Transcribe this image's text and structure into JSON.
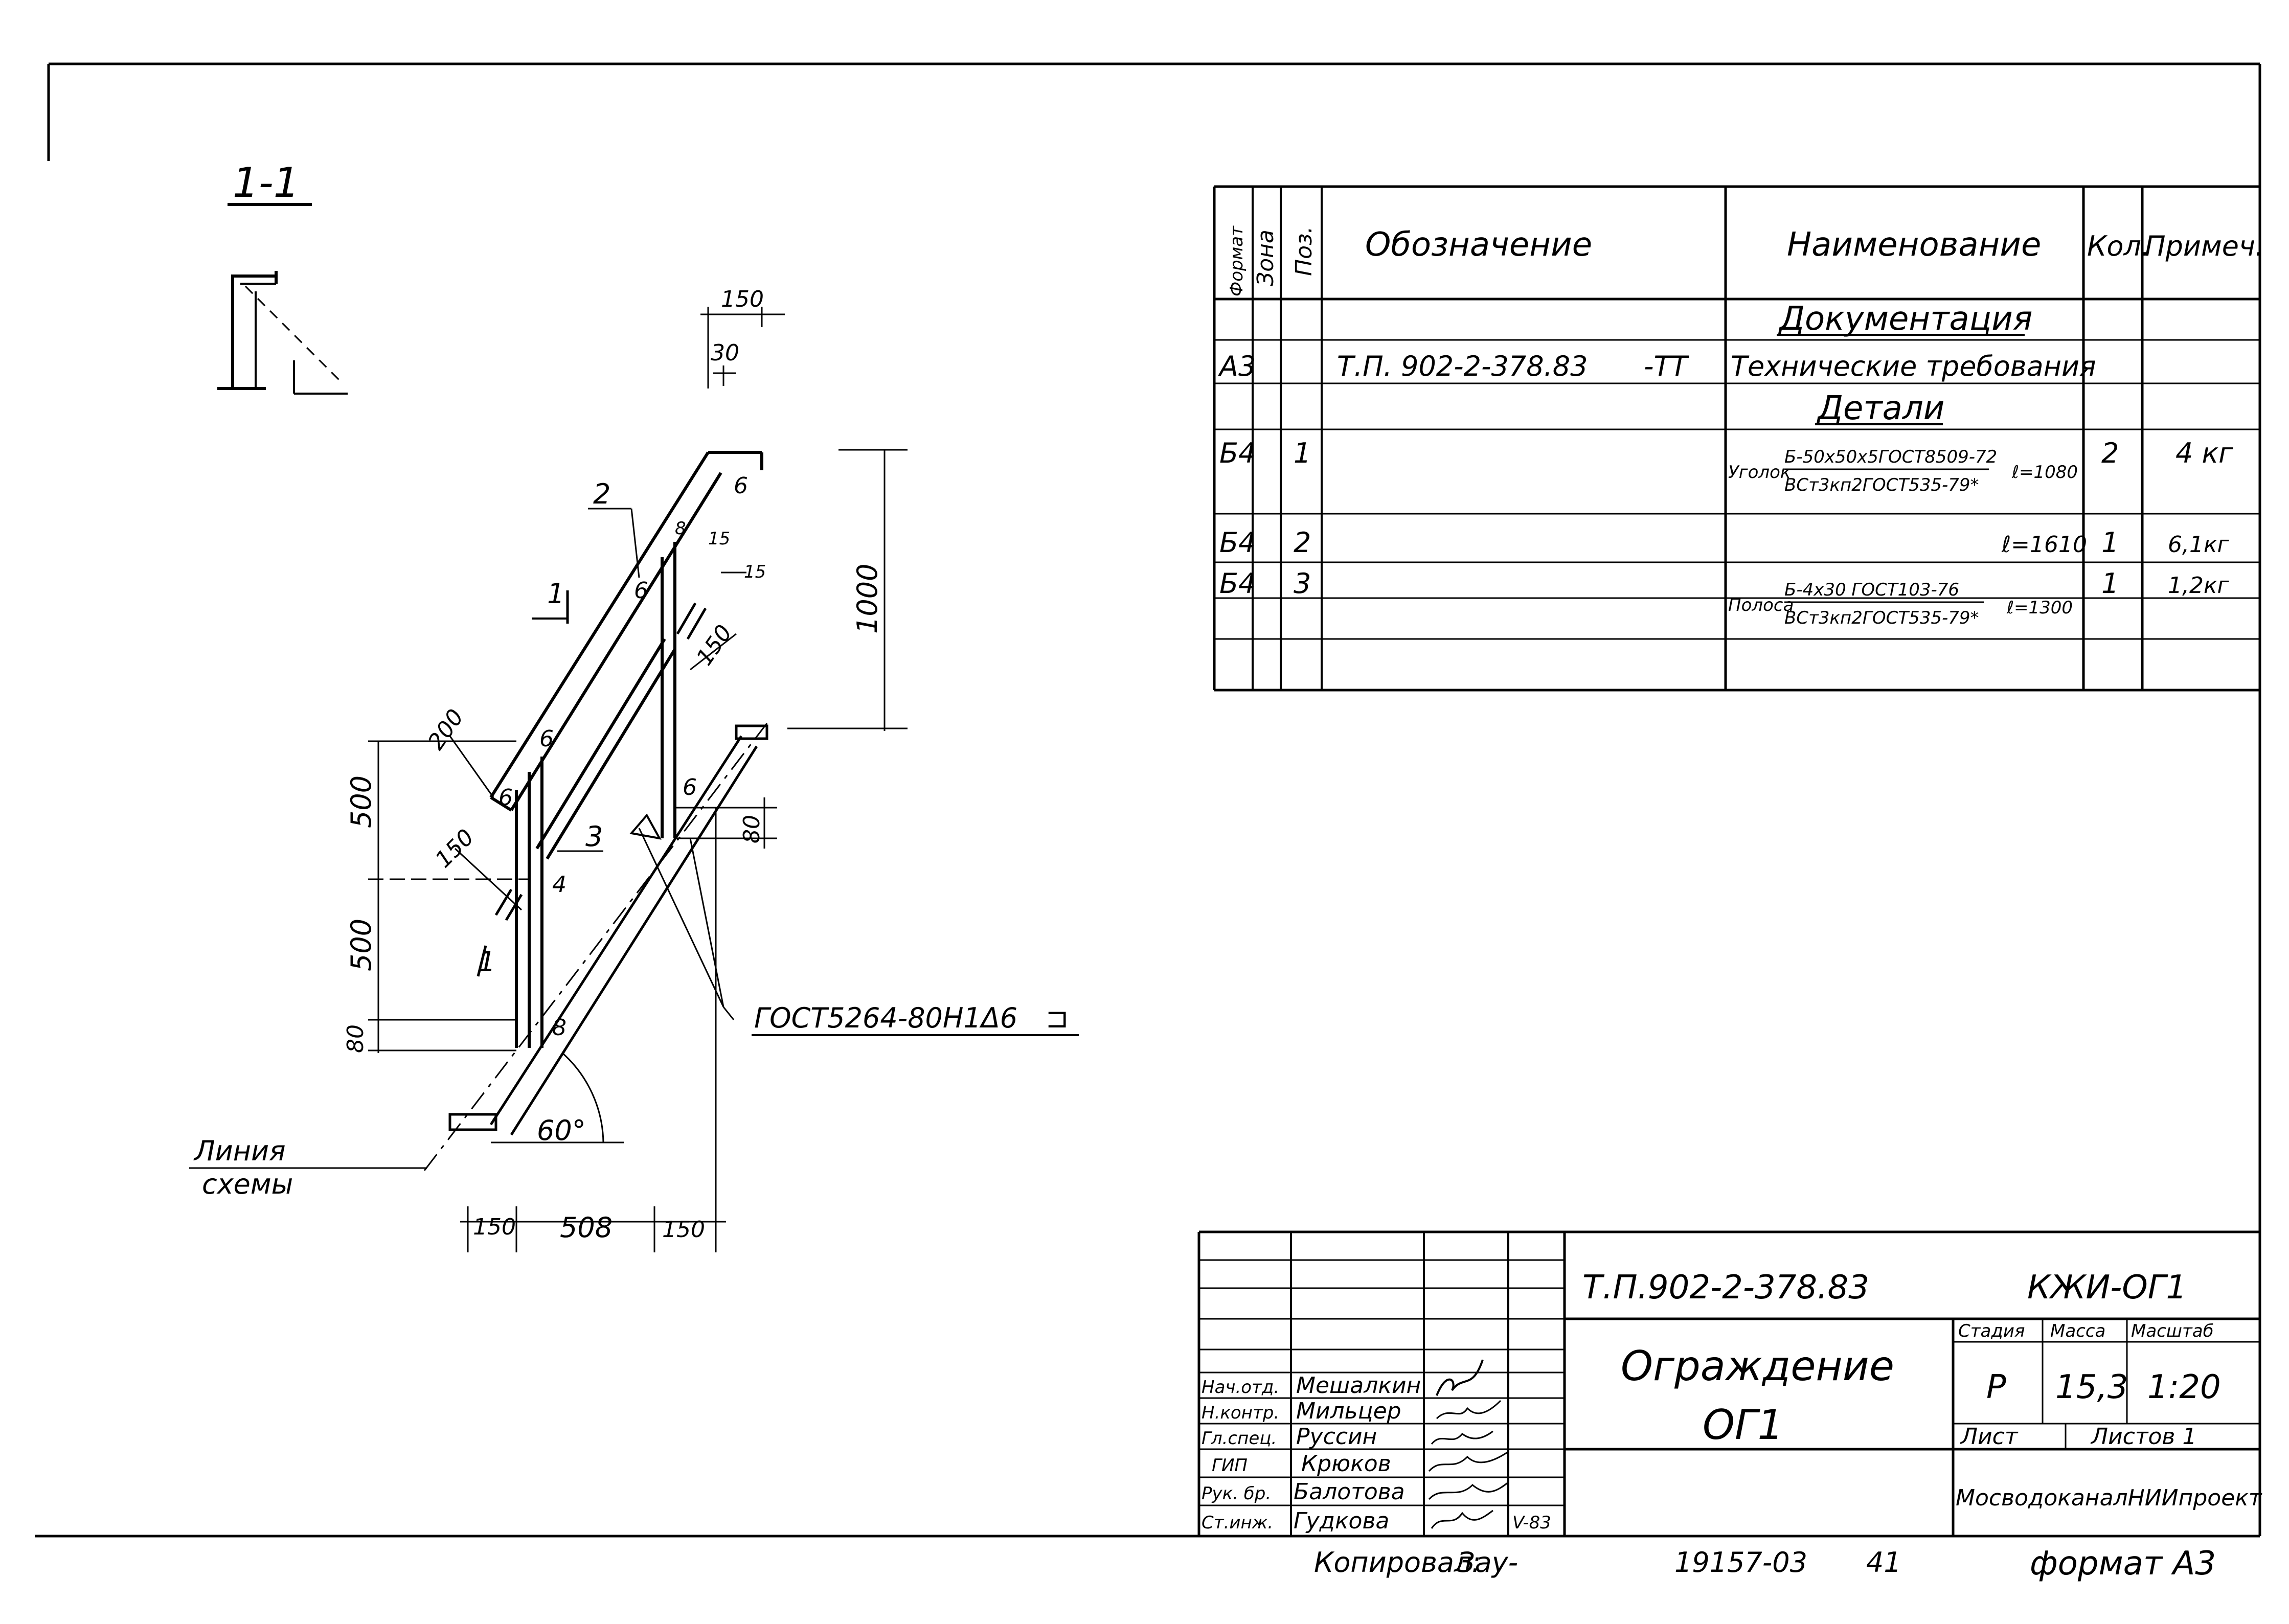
{
  "drawing": {
    "section_label": "1-1",
    "dims": {
      "d150_top": "150",
      "d30": "30",
      "d1000": "1000",
      "d15a": "15",
      "d15b": "15",
      "d150_mid": "150",
      "d200": "200",
      "d500_top": "500",
      "d500_bot": "500",
      "d80_left": "80",
      "d80_right": "80",
      "d150_left": "150",
      "d60deg": "60°",
      "d150_b1": "150",
      "d508": "508",
      "d150_b2": "150"
    },
    "positions": {
      "p2": "2",
      "p3": "3",
      "p4": "4"
    },
    "thickness_labels": [
      "6",
      "6",
      "6",
      "6",
      "6",
      "8"
    ],
    "cut_label": "1",
    "weld_note": "ГОСТ5264-80Н1Δ6",
    "schema_line_label_1": "Линия",
    "schema_line_label_2": "схемы"
  },
  "spec_table": {
    "headers": {
      "format": "Формат",
      "zone": "Зона",
      "pos": "Поз.",
      "designation": "Обозначение",
      "name": "Наименование",
      "qty": "Кол.",
      "note": "Примеч."
    },
    "section_docs": "Документация",
    "section_parts": "Детали",
    "rows": [
      {
        "format": "А3",
        "designation": "Т.П. 902-2-378.83",
        "code": "-ТТ",
        "name": "Технические требования"
      },
      {
        "format": "Б4",
        "pos": "1",
        "prefix": "Уголок",
        "name_top": "Б-50х50х5ГОСТ8509-72",
        "name_bottom": "ВСт3кп2ГОСТ535-79*",
        "length": "ℓ=1080",
        "qty": "2",
        "note": "4 кг"
      },
      {
        "format": "Б4",
        "pos": "2",
        "length": "ℓ=1610",
        "qty": "1",
        "note": "6,1кг"
      },
      {
        "format": "Б4",
        "pos": "3",
        "prefix": "Полоса",
        "name_top": "Б-4х30 ГОСТ103-76",
        "name_bottom": "ВСт3кп2ГОСТ535-79*",
        "length": "ℓ=1300",
        "qty": "1",
        "note": "1,2кг"
      }
    ]
  },
  "title_block": {
    "doc_number": "Т.П.902-2-378.83",
    "sheet_code": "КЖИ-ОГ1",
    "title_line1": "Ограждение",
    "title_line2": "ОГ1",
    "stage_label": "Стадия",
    "mass_label": "Масса",
    "scale_label": "Масштаб",
    "stage": "Р",
    "mass": "15,3",
    "scale": "1:20",
    "sheet_label": "Лист",
    "sheets_label": "Листов 1",
    "organization": "МосводоканалНИИпроект",
    "date": "V-83",
    "people": [
      {
        "role": "Нач.отд.",
        "name": "Мешалкин"
      },
      {
        "role": "Н.контр.",
        "name": "Мильцер"
      },
      {
        "role": "Гл.спец.",
        "name": "Руссин"
      },
      {
        "role": "ГИП",
        "name": "Крюков"
      },
      {
        "role": "Рук. бр.",
        "name": "Балотова"
      },
      {
        "role": "Ст.инж.",
        "name": "Гудкова"
      }
    ]
  },
  "footer": {
    "copied": "Копировал:",
    "copied_sign": "Зау-",
    "inventory": "19157-03",
    "page": "41",
    "format": "формат А3"
  }
}
